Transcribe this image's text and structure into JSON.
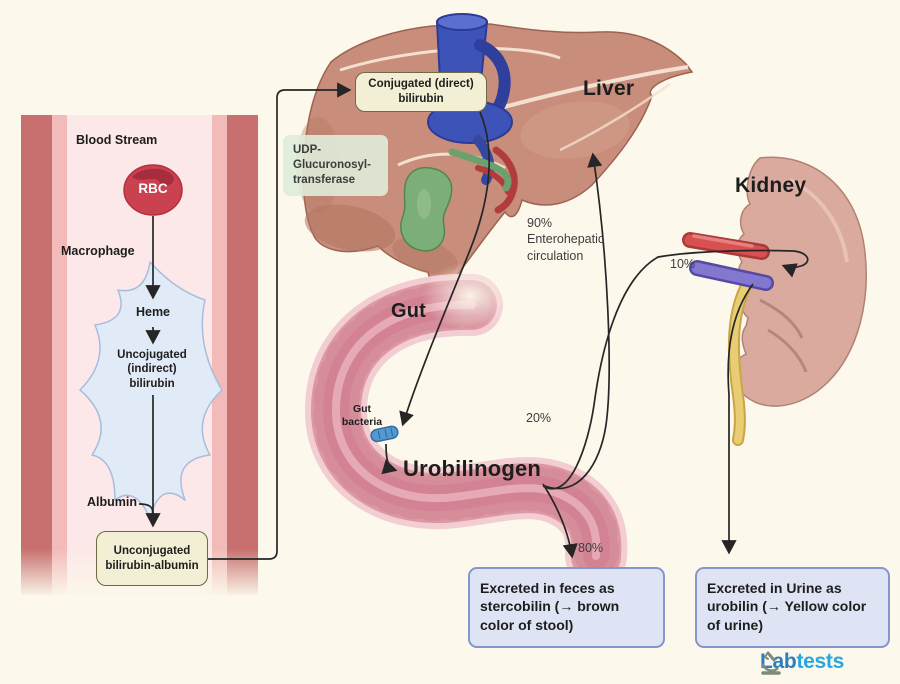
{
  "title": "Bilirubin metabolism pathway diagram",
  "blood_stream": {
    "label": "Blood Stream",
    "rbc_label": "RBC",
    "macrophage_label": "Macrophage",
    "heme_label": "Heme",
    "unconjugated_indirect_label": "Uncojugated\n(indirect)\nbilirubin",
    "albumin_label": "Albumin",
    "unconjugated_albumin_box": "Unconjugated\nbilirubin-albumin"
  },
  "liver_section": {
    "liver_label": "Liver",
    "conjugated_box": "Conjugated (direct)\nbilirubin",
    "udp_enzyme_box": "UDP-\nGlucuronosyl-\ntransferase"
  },
  "gut_section": {
    "gut_label": "Gut",
    "gut_bacteria_label": "Gut\nbacteria",
    "urobilinogen_label": "Urobilinogen"
  },
  "kidney_section": {
    "kidney_label": "Kidney"
  },
  "annotations": {
    "enterohepatic": "90%\nEnterohepatic\ncirculation",
    "to_kidney_pct": "10%",
    "reabsorbed_pct": "20%",
    "to_feces_pct": "80%"
  },
  "outcomes": {
    "feces_box": "Excreted in feces as stercobilin (→ brown color of stool)",
    "urine_box": "Excreted in Urine as urobilin (→ Yellow color of urine)"
  },
  "branding": {
    "icon": "microscope",
    "prefix": "Lab",
    "suffix": "tests"
  },
  "colors": {
    "background": "#fcf8eb",
    "vessel_dark": "#c7706f",
    "vessel_mid": "#f2bab8",
    "vessel_light": "#fce8e8",
    "rbc": "#ca4150",
    "macrophage": "#e1ebf8",
    "yellow_box_fill": "#f2efd4",
    "yellow_box_border": "#6e6a45",
    "enzyme_box_fill": "#deecd9",
    "liver": "#c88e7b",
    "gallbladder": "#7cae79",
    "portal_vein_blue": "#3e53b8",
    "gut": "#de98a4",
    "kidney": "#d9aa9d",
    "ureter_yellow": "#e9cd75",
    "outcome_box_fill": "#dfe4f4",
    "outcome_box_border": "#8396cd",
    "logo_lab": "#2d7ec0",
    "logo_tests": "#2aa6de"
  }
}
